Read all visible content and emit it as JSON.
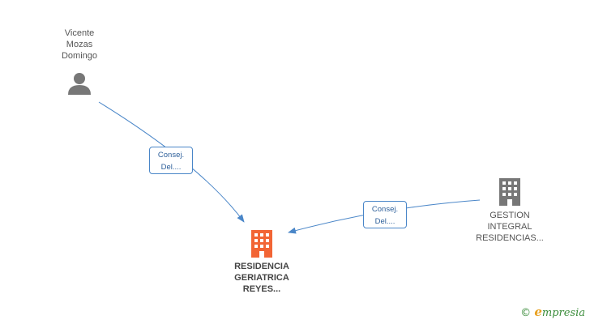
{
  "nodes": {
    "person": {
      "lines": [
        "Vicente",
        "Mozas",
        "Domingo"
      ]
    },
    "company_main": {
      "lines": [
        "RESIDENCIA",
        "GERIATRICA",
        "REYES..."
      ],
      "color": "#f26535"
    },
    "company_other": {
      "lines": [
        "GESTION",
        "INTEGRAL",
        "RESIDENCIAS..."
      ],
      "color": "#777777"
    }
  },
  "edges": [
    {
      "label_lines": [
        "Consej.",
        "Del...."
      ]
    },
    {
      "label_lines": [
        "Consej.",
        "Del...."
      ]
    }
  ],
  "colors": {
    "edge": "#4a86c8",
    "person_icon": "#777777"
  },
  "brand": {
    "copyright": "©",
    "initial": "e",
    "rest": "mpresia"
  }
}
